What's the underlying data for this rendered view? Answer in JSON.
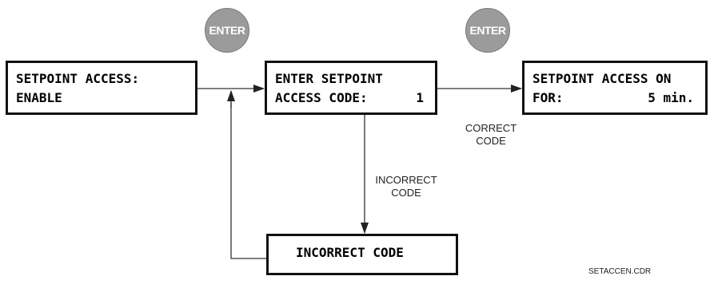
{
  "boxes": {
    "access_enable": {
      "line1": "SETPOINT ACCESS:",
      "line2": "ENABLE"
    },
    "enter_code": {
      "line1": "ENTER SETPOINT",
      "line2": "ACCESS CODE:",
      "value": "1"
    },
    "access_on": {
      "line1": "SETPOINT ACCESS ON",
      "line2": "FOR:",
      "value": "5 min."
    },
    "incorrect": {
      "line1": "INCORRECT CODE"
    }
  },
  "keys": {
    "enter_1": "ENTER",
    "enter_2": "ENTER"
  },
  "labels": {
    "correct": [
      "CORRECT",
      "CODE"
    ],
    "incorrect": [
      "INCORRECT",
      "CODE"
    ]
  },
  "filename": "SETACCEN.CDR",
  "colors": {
    "key_fill": "#9b9b9b",
    "line": "#333333"
  }
}
